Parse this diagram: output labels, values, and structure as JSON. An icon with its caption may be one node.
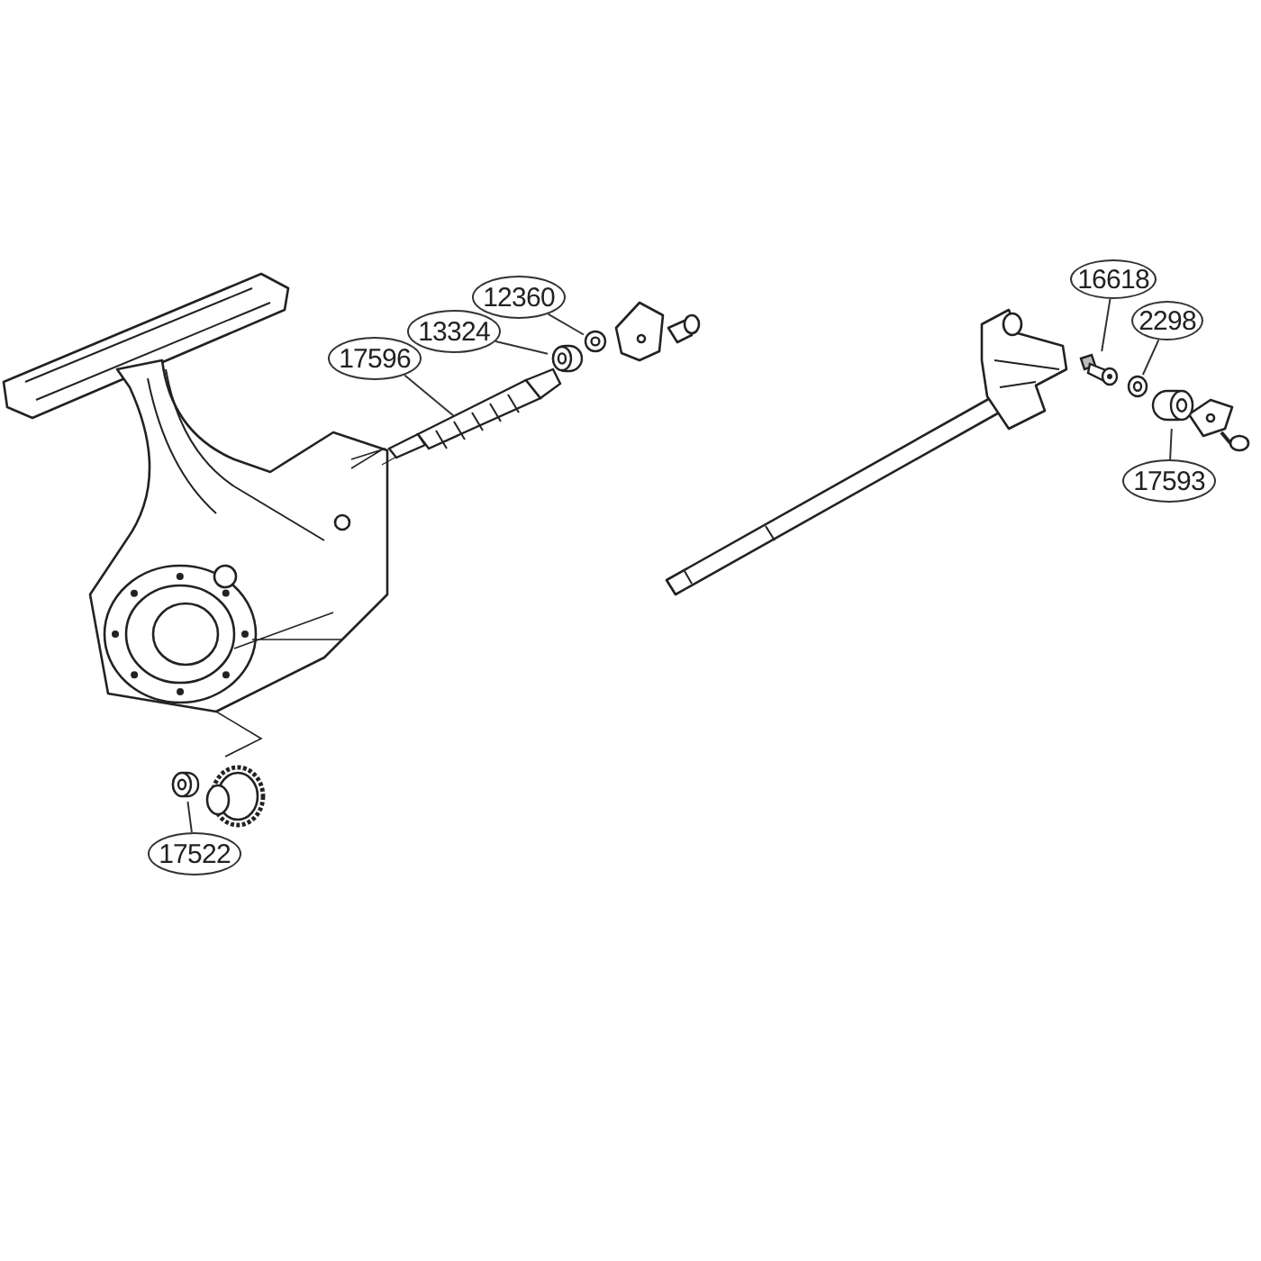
{
  "diagram": {
    "nodes": [
      {
        "text": [
          "12360"
        ]
      },
      {
        "text": [
          "13324"
        ]
      },
      {
        "text": [
          "17596"
        ]
      },
      {
        "text": [
          "16618"
        ]
      },
      {
        "text": [
          "2298"
        ]
      },
      {
        "text": [
          "17593"
        ]
      },
      {
        "text": [
          "17522"
        ]
      },
      {
        "text": [],
        "shape": "picture"
      },
      {
        "text": [],
        "shape": "picture"
      },
      {
        "text": [],
        "shape": "picture"
      },
      {
        "text": [],
        "shape": "picture"
      },
      {
        "text": [],
        "shape": "picture"
      },
      {
        "text": [],
        "shape": "picture"
      },
      {
        "text": [],
        "shape": "picture"
      }
    ],
    "edges": [
      {
        "from": 0,
        "to": 7,
        "arrow": "none"
      },
      {
        "from": 1,
        "to": 8,
        "arrow": "none"
      },
      {
        "from": 2,
        "to": 9,
        "arrow": "none"
      },
      {
        "from": 3,
        "to": 10,
        "arrow": "none"
      },
      {
        "from": 4,
        "to": 11,
        "arrow": "none"
      },
      {
        "from": 5,
        "to": 12,
        "arrow": "none"
      },
      {
        "from": 6,
        "to": 13,
        "arrow": "none"
      }
    ]
  }
}
